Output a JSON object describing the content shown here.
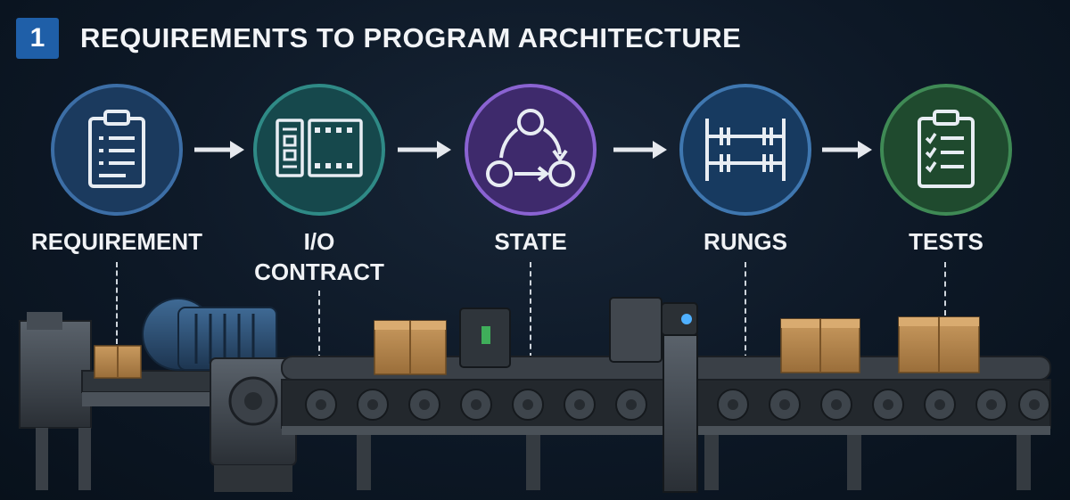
{
  "header": {
    "step_number": "1",
    "title": "REQUIREMENTS TO PROGRAM ARCHITECTURE"
  },
  "stages": [
    {
      "label": "REQUIREMENT",
      "icon": "clipboard-list-icon",
      "color": "#2a4d78"
    },
    {
      "label": "I/O\nCONTRACT",
      "icon": "io-terminal-icon",
      "color": "#1f5c5e"
    },
    {
      "label": "STATE",
      "icon": "state-cycle-icon",
      "color": "#5a3f8e"
    },
    {
      "label": "RUNGS",
      "icon": "ladder-rungs-icon",
      "color": "#244d7a"
    },
    {
      "label": "TESTS",
      "icon": "checklist-icon",
      "color": "#2c5a3a"
    }
  ],
  "scene": {
    "description_icon": "conveyor-line-icon"
  }
}
